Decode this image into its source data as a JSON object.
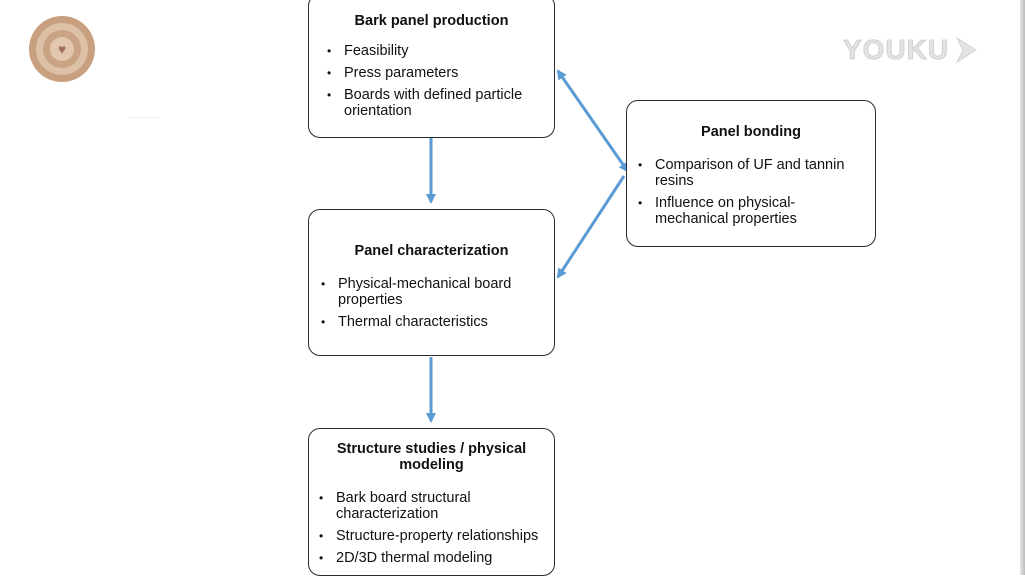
{
  "watermark": "YOUKU",
  "colors": {
    "arrow": "#5b9bd5",
    "border": "#2b2b2b"
  },
  "boxes": {
    "bark_panel_production": {
      "title": "Bark panel production",
      "items": [
        "Feasibility",
        "Press parameters",
        "Boards with defined particle orientation"
      ]
    },
    "panel_characterization": {
      "title": "Panel characterization",
      "items": [
        "Physical-mechanical board properties",
        "Thermal characteristics"
      ]
    },
    "panel_bonding": {
      "title": "Panel bonding",
      "items": [
        "Comparison of UF and tannin resins",
        "Influence on physical-mechanical properties"
      ]
    },
    "structure_studies": {
      "title": "Structure studies / physical modeling",
      "items": [
        "Bark board structural characterization",
        "Structure-property relationships",
        "2D/3D thermal modeling"
      ]
    }
  }
}
